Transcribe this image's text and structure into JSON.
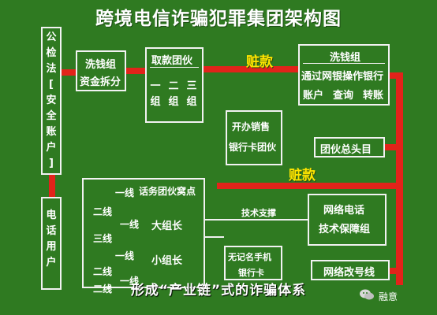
{
  "title": "跨境电信诈骗犯罪集团架构图",
  "police_box": {
    "chars": [
      "公",
      "检",
      "法",
      "[",
      "安",
      "全",
      "账",
      "户",
      "]"
    ]
  },
  "phone_user_box": {
    "chars": [
      "电",
      "话",
      "用",
      "户"
    ]
  },
  "launder_small": {
    "line1": "洗钱组",
    "line2": "资金拆分"
  },
  "withdraw": {
    "title": "取款团伙",
    "groups": [
      "一组",
      "二组",
      "三组"
    ]
  },
  "launder_big": {
    "title": "洗钱组",
    "line2": "通过网银操作银行",
    "items": [
      "账户",
      "查询",
      "转账"
    ]
  },
  "card_box": {
    "line1": "开办销售",
    "line2": "银行卡团伙"
  },
  "gang_leader": "团伙总头目",
  "fines": [
    "赃款",
    "赃款"
  ],
  "call_center": {
    "title": "话务团伙窝点",
    "line_labels": [
      "一线",
      "二线",
      "一线",
      "三线",
      "一线",
      "二线",
      "一线",
      "二线"
    ],
    "leaders": [
      "大组长",
      "小组长"
    ]
  },
  "tech_support_label": "技术支撑",
  "network_box": {
    "line1": "网络电话",
    "line2": "技术保障组"
  },
  "anon_box": {
    "line1": "无记名手机",
    "line2": "银行卡"
  },
  "number_mod": "网络改号线",
  "caption": "形成“产业链”式的诈骗体系",
  "watermark": "融意",
  "watermark_icon": "wechat-icon",
  "colors": {
    "background": "#2f7a21",
    "pipe": "#e2231a",
    "text": "#ffffff",
    "fine": "#ffe600"
  }
}
